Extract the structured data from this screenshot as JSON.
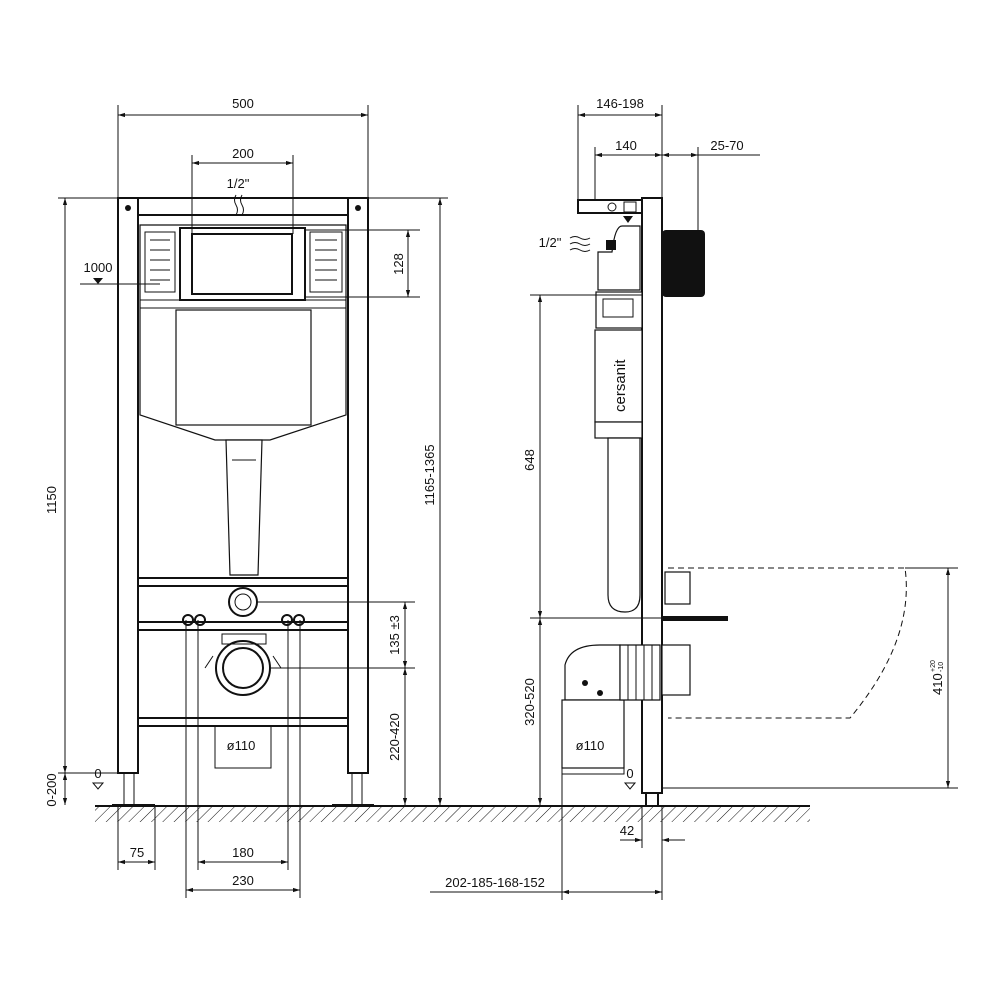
{
  "brand": "cersanit",
  "front_view": {
    "width_total": "500",
    "flush_plate_width": "200",
    "water_inlet": "1/2\"",
    "level_mark": "1000",
    "plate_height": "128",
    "frame_height": "1150",
    "adjustable_height": "1165-1365",
    "leg_adjust": "0-200",
    "zero_mark": "0",
    "stud_spacing_height": "135 ±3",
    "drain_height": "220-420",
    "drain_diameter": "ø110",
    "leg_offset": "75",
    "stud_spacing": "180",
    "mount_spacing": "230"
  },
  "side_view": {
    "depth_total": "146-198",
    "depth_frame": "140",
    "wall_offset": "25-70",
    "water_inlet": "1/2\"",
    "tank_height": "648",
    "drain_range": "320-520",
    "drain_diameter": "ø110",
    "zero_mark": "0",
    "post_width": "42",
    "drain_depths": "202-185-168-152",
    "bowl_height": "410",
    "bowl_tol_plus": "+20",
    "bowl_tol_minus": "-10"
  },
  "colors": {
    "line": "#111111",
    "background": "#ffffff"
  }
}
